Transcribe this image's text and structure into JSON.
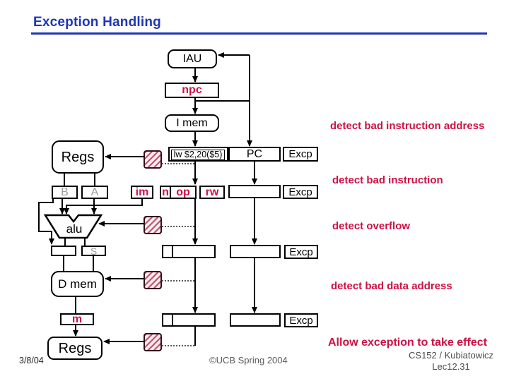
{
  "slide": {
    "title": "Exception Handling",
    "footer": {
      "date": "3/8/04",
      "copyright": "©UCB Spring 2004",
      "course": "CS152 / Kubiatowicz",
      "lecture": "Lec12.31"
    }
  },
  "datapath": {
    "iau": "IAU",
    "npc": "npc",
    "imem": "I mem",
    "regs_top": "Regs",
    "instruction": "lw $2,20($5)",
    "pc": "PC",
    "b": "B",
    "a": "A",
    "im": "im",
    "n": "n",
    "op": "op",
    "rw": "rw",
    "alu": "alu",
    "s": "S",
    "dmem": "D mem",
    "m": "m",
    "regs_bottom": "Regs",
    "excp": "Excp"
  },
  "annotations": {
    "bad_instruction_address": "detect bad instruction address",
    "bad_instruction": "detect bad instruction",
    "overflow": "detect overflow",
    "bad_data_address": "detect bad data address",
    "allow_exception": "Allow exception to take effect"
  },
  "colors": {
    "title_blue": "#1F36B4",
    "annotation_red": "#CC1144",
    "hatch_stripe": "#C4536E",
    "hatch_background": "#FAEDF0",
    "latch_letter_gray": "#9C9C9C",
    "footer_gray": "#4A4A4A"
  }
}
